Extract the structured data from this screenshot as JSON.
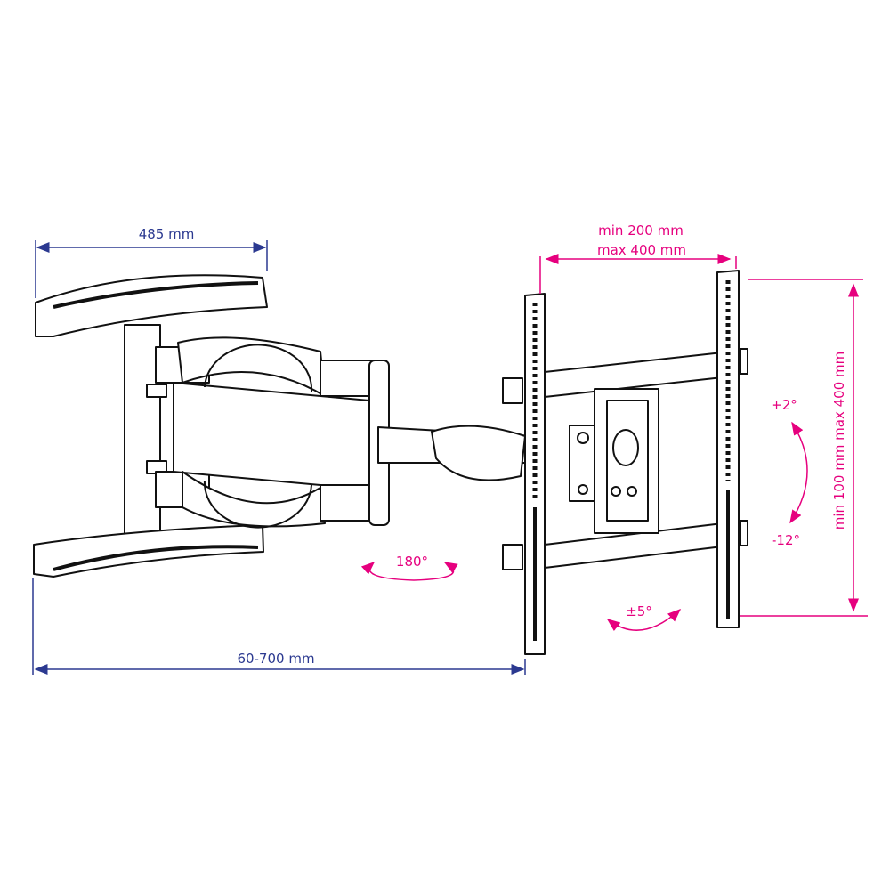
{
  "colors": {
    "dimension_blue": "#2b3990",
    "angle_magenta": "#e6007e",
    "line_art": "#111111"
  },
  "dimensions": {
    "wall_plate_width": "485 mm",
    "arm_extension": "60-700 mm",
    "vesa_horizontal_min": "min 200 mm",
    "vesa_horizontal_max": "max 400 mm",
    "vesa_vertical": "min 100 mm max 400 mm"
  },
  "angles": {
    "tilt_up": "+2°",
    "tilt_down": "-12°",
    "swivel": "180°",
    "rotation": "±5°"
  }
}
